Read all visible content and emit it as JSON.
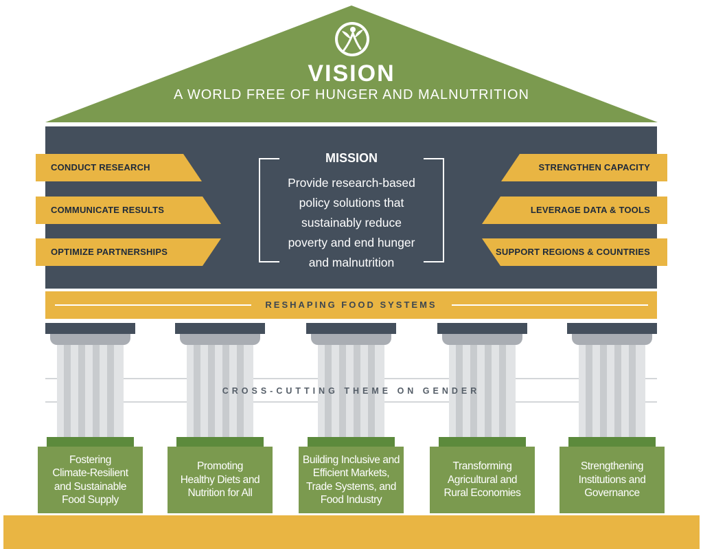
{
  "vision": {
    "title": "VISION",
    "text": "A WORLD FREE OF HUNGER AND MALNUTRITION"
  },
  "mission": {
    "title": "MISSION",
    "lines": [
      "Provide research-based",
      "policy solutions that",
      "sustainably reduce",
      "poverty and end hunger",
      "and malnutrition"
    ]
  },
  "left_banners": [
    "CONDUCT RESEARCH",
    "COMMUNICATE RESULTS",
    "OPTIMIZE PARTNERSHIPS"
  ],
  "right_banners": [
    "STRENGTHEN CAPACITY",
    "LEVERAGE DATA & TOOLS",
    "SUPPORT REGIONS & COUNTRIES"
  ],
  "band": "RESHAPING FOOD SYSTEMS",
  "cross_theme": "CROSS-CUTTING THEME ON GENDER",
  "pillars": [
    [
      "Fostering",
      "Climate-Resilient",
      "and Sustainable",
      "Food Supply"
    ],
    [
      "Promoting",
      "Healthy Diets and",
      "Nutrition for All"
    ],
    [
      "Building Inclusive and",
      "Efficient Markets,",
      "Trade Systems, and",
      "Food Industry"
    ],
    [
      "Transforming",
      "Agricultural and",
      "Rural Economies"
    ],
    [
      "Strengthening",
      "Institutions and",
      "Governance"
    ]
  ],
  "colors": {
    "green": "#7b9a4f",
    "slate": "#444f5c",
    "gold": "#e9b543",
    "column_gray": "#e1e3e5"
  }
}
